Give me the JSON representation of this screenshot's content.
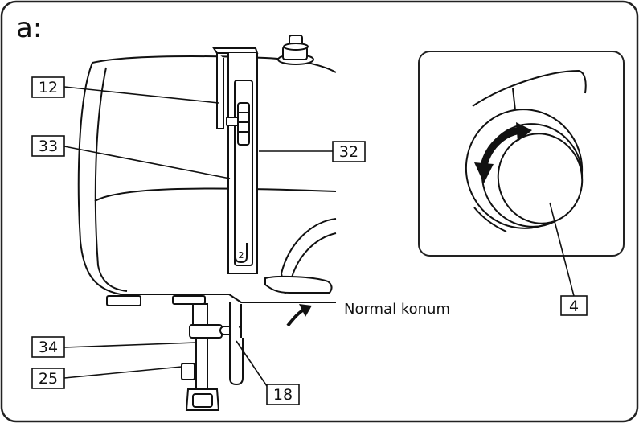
{
  "panel_label": "a:",
  "callouts": {
    "c12": "12",
    "c33": "33",
    "c32": "32",
    "c34": "34",
    "c25": "25",
    "c18": "18",
    "c4": "4"
  },
  "dial_mark": "2",
  "note": "Normal konum",
  "icons": {
    "rotation_arrow": "curved-arrow-counterclockwise-icon",
    "lift_arrow": "curved-arrow-up-icon"
  },
  "colors": {
    "line": "#111111",
    "background": "#ffffff",
    "border": "#222222"
  }
}
